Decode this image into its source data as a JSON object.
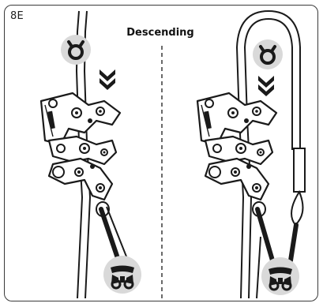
{
  "panel": {
    "step_label": "8E",
    "title": "Descending"
  },
  "figure": {
    "left_scene": {
      "top_icon": "anchor-carabiner-icon",
      "arrow_icon": "double-chevron-down-icon",
      "device": "descender-device",
      "bottom_icon": "harness-icon"
    },
    "right_scene": {
      "top_icon": "anchor-carabiner-icon",
      "arrow_icon": "double-chevron-down-icon",
      "device": "descender-device",
      "bottom_icon": "harness-icon"
    },
    "colors": {
      "icon_fill": "#d9d9d9",
      "line": "#1a1a1a",
      "device_fill": "#ffffff"
    }
  }
}
